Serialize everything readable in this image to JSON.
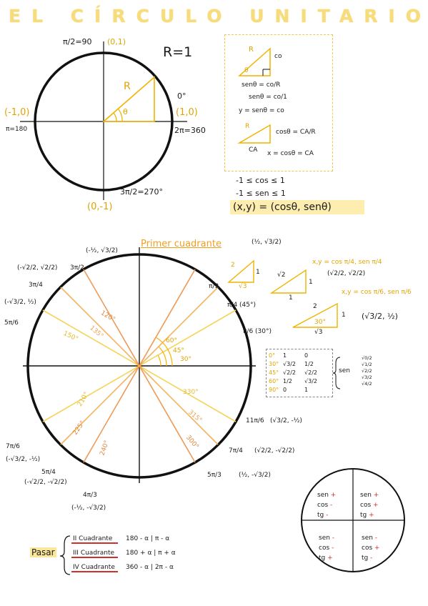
{
  "title": "EL CÍRCULO UNITARIO",
  "top_circle": {
    "pi_half": "π/2=90",
    "p_01": "(0,1)",
    "r_eq": "R=1",
    "R": "R",
    "theta": "θ",
    "zero_deg": "0°",
    "p_m10": "(-1,0)",
    "p_10": "(1,0)",
    "pi_180": "π=180",
    "two_pi": "2π=360",
    "three_pi_half": "3π/2=270°",
    "p_0m1": "(0,-1)"
  },
  "def_box": {
    "R": "R",
    "co": "co",
    "theta": "θ",
    "sen1": "senθ = co/R",
    "sen2": "senθ = co/1",
    "sen3": "y = senθ = co",
    "cos1": "cosθ = CA/R",
    "CA": "CA",
    "cos3": "x = cosθ = CA"
  },
  "bounds": {
    "cos": "-1 ≤ cos ≤ 1",
    "sen": "-1 ≤ sen ≤ 1",
    "coords": "(x,y) = (cosθ, senθ)"
  },
  "big_circle": {
    "primer": "Primer cuadrante",
    "top_left_coord": "(-½, √3/2)",
    "top_right_coord": "(½, √3/2)",
    "p_m_r2": "(-√2/2, √2/2)",
    "l_3pi4": "3π/4",
    "l_2pi3": "3π/2",
    "p_m_r3": "(-√3/2, ½)",
    "l_5pi6": "5π/6",
    "l_pi3": "π/3",
    "l_pi4": "π/4 (45°)",
    "l_pi6": "π/6 (30°)",
    "d120": "120°",
    "d135": "135°",
    "d150": "150°",
    "d60": "60°",
    "d45": "45°",
    "d30": "30°",
    "d210": "210°",
    "d225": "225°",
    "d240": "240°",
    "d330": "330°",
    "d315": "315°",
    "d300": "300°",
    "l_11pi6": "11π/6",
    "p_11pi6": "(√3/2, -½)",
    "l_7pi4": "7π/4",
    "p_7pi4": "(√2/2, -√2/2)",
    "l_5pi3": "5π/3",
    "p_5pi3": "(½, -√3/2)",
    "l_4pi3": "4π/3",
    "p_4pi3": "(-½, -√3/2)",
    "l_5pi4": "5π/4",
    "p_5pi4": "(-√2/2, -√2/2)",
    "l_7pi6": "7π/6",
    "p_7pi6": "(-√3/2, -½)"
  },
  "triangles": {
    "t1_2": "2",
    "t1_1": "1",
    "t1_r3": "√3",
    "t2_r2": "√2",
    "t2_1a": "1",
    "t2_1b": "1",
    "xy45": "x,y = cos π/4, sen π/4",
    "c45": "(√2/2, √2/2)",
    "xy30": "x,y = cos π/6, sen π/6",
    "t3_2": "2",
    "t3_1": "1",
    "t3_30": "30°",
    "t3_r3": "√3",
    "c30": "(√3/2, ½)"
  },
  "table": {
    "rows": [
      [
        "0°",
        "1",
        "0"
      ],
      [
        "30°",
        "√3/2",
        "1/2"
      ],
      [
        "45°",
        "√2/2",
        "√2/2"
      ],
      [
        "60°",
        "1/2",
        "√3/2"
      ],
      [
        "90°",
        "0",
        "1"
      ]
    ],
    "sen_label": "sen",
    "sen_vals": [
      "√0/2",
      "√1/2",
      "√2/2",
      "√3/2",
      "√4/2"
    ]
  },
  "pasar": {
    "label": "Pasar",
    "rows": [
      {
        "q": "II Cuadrante",
        "f": "180 - α | π - α"
      },
      {
        "q": "III Cuadrante",
        "f": "180 + α | π + α"
      },
      {
        "q": "IV Cuadrante",
        "f": "360 - α | 2π - α"
      }
    ]
  },
  "signs": {
    "q2": [
      "sen +",
      "cos -",
      "tg -"
    ],
    "q1": [
      "sen +",
      "cos +",
      "tg +"
    ],
    "q3": [
      "sen -",
      "cos -",
      "tg +"
    ],
    "q4": [
      "sen -",
      "cos +",
      "tg -"
    ]
  }
}
